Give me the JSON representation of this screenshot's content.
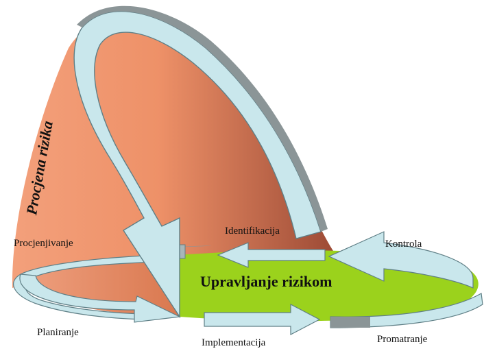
{
  "diagram": {
    "center_label": "Upravljanje rizikom",
    "cone_label": "Procjena rizika",
    "steps": {
      "identifikacija": "Identifikacija",
      "kontrola": "Kontrola",
      "procjenjivanje": "Procjenjivanje",
      "planiranje": "Planiranje",
      "implementacija": "Implementacija",
      "promatranje": "Promatranje"
    },
    "colors": {
      "cone_light": "#f3a07b",
      "cone_dark": "#9c4a35",
      "ellipse_green": "#9bd21c",
      "arrow_fill": "#c9e7ec",
      "arrow_stroke": "#5f7f86",
      "shadow_gray": "#8b9597"
    }
  }
}
